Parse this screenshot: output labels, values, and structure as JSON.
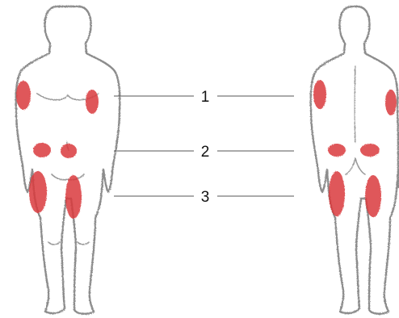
{
  "colors": {
    "outline": "#8c8c8c",
    "site": "#d9393c",
    "line": "#555555",
    "label": "#111111"
  },
  "labels": [
    "1",
    "2",
    "3"
  ],
  "figures": [
    {
      "view": "front"
    },
    {
      "view": "back"
    }
  ]
}
